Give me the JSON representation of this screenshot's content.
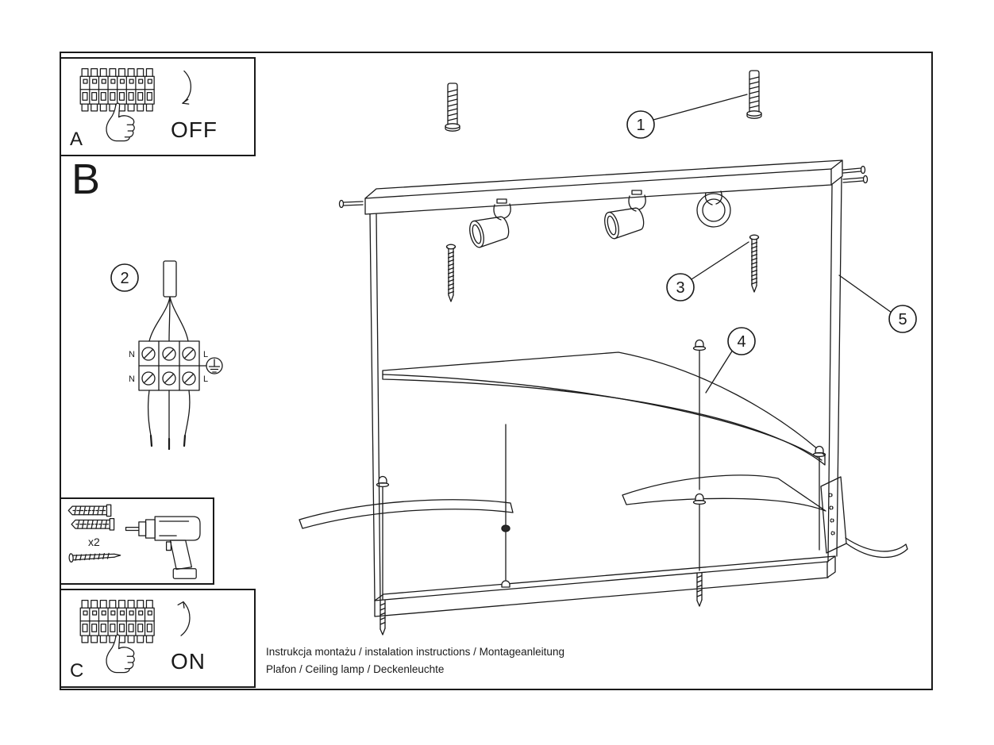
{
  "colors": {
    "ink": "#1a1a1a",
    "paper": "#ffffff"
  },
  "panel_a": {
    "label": "A",
    "state": "OFF"
  },
  "section_b": {
    "label": "B"
  },
  "panel_c": {
    "label": "C",
    "state": "ON"
  },
  "hardware": {
    "dowel_count": "x2"
  },
  "callouts": {
    "n1": "1",
    "n2": "2",
    "n3": "3",
    "n4": "4",
    "n5": "5"
  },
  "wiring_labels": {
    "top_left": "N",
    "top_right": "L",
    "bottom_left": "N",
    "bottom_right": "L"
  },
  "footer": {
    "line1": "Instrukcja montażu / instalation instructions / Montageanleitung",
    "line2": "Plafon / Ceiling lamp / Deckenleuchte"
  }
}
